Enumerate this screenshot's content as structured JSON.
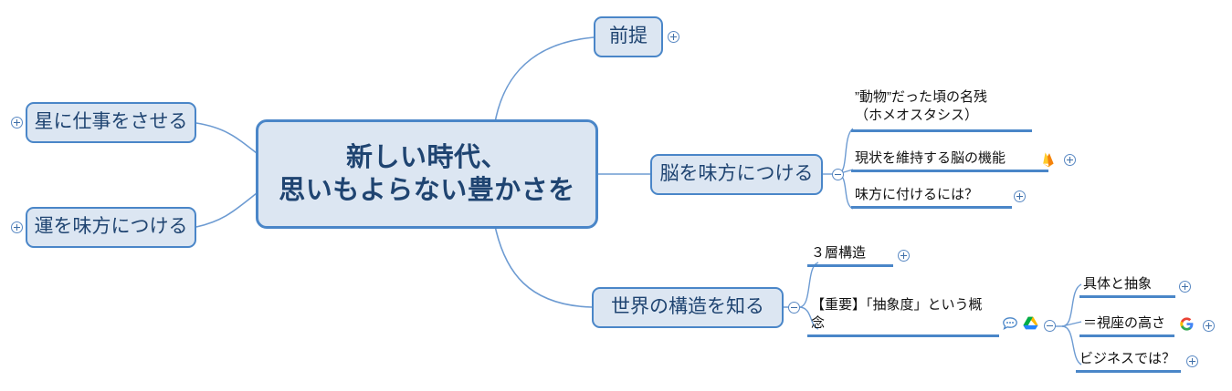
{
  "app": {
    "type": "mind-map",
    "background": "#ffffff",
    "accent": "#4a86c8",
    "node_fill": "#dce6f2",
    "text_color": "#1f4471"
  },
  "central": {
    "label": "新しい時代、\n思いもよらない豊かさを"
  },
  "left_branches": [
    {
      "label": "星に仕事をさせる",
      "toggle": "plus"
    },
    {
      "label": "運を味方につける",
      "toggle": "plus"
    }
  ],
  "right_branches": [
    {
      "label": "前提",
      "toggle": "plus"
    },
    {
      "label": "脳を味方につける",
      "toggle": "minus"
    },
    {
      "label": "世界の構造を知る",
      "toggle": "minus"
    }
  ],
  "brain_children": [
    {
      "label": "”動物”だった頃の名残\n（ホメオスタシス）",
      "toggle": "none",
      "icons": []
    },
    {
      "label": "現状を維持する脳の機能",
      "toggle": "plus",
      "icons": [
        "firebase-flame-icon"
      ]
    },
    {
      "label": "味方に付けるには？",
      "toggle": "plus",
      "icons": []
    }
  ],
  "world_children": [
    {
      "label": "３層構造",
      "toggle": "plus",
      "icons": []
    },
    {
      "label": "【重要】「抽象度」という概念",
      "toggle": "minus",
      "icons": [
        "comment-icon",
        "google-drive-icon"
      ]
    }
  ],
  "abstraction_children": [
    {
      "label": "具体と抽象",
      "toggle": "plus",
      "icons": []
    },
    {
      "label": "＝視座の高さ",
      "toggle": "plus",
      "icons": [
        "google-g-icon"
      ]
    },
    {
      "label": "ビジネスでは？",
      "toggle": "plus",
      "icons": []
    }
  ],
  "icon_colors": {
    "firebase_flame_light": "#ffcb2b",
    "firebase_flame_dark": "#f5820d",
    "comment_blue": "#4a86c8",
    "drive_blue": "#2684fc",
    "drive_green": "#00ac47",
    "drive_yellow": "#ffba00",
    "google_blue": "#4285f4",
    "google_red": "#ea4335",
    "google_yellow": "#fbbc05",
    "google_green": "#34a853"
  }
}
